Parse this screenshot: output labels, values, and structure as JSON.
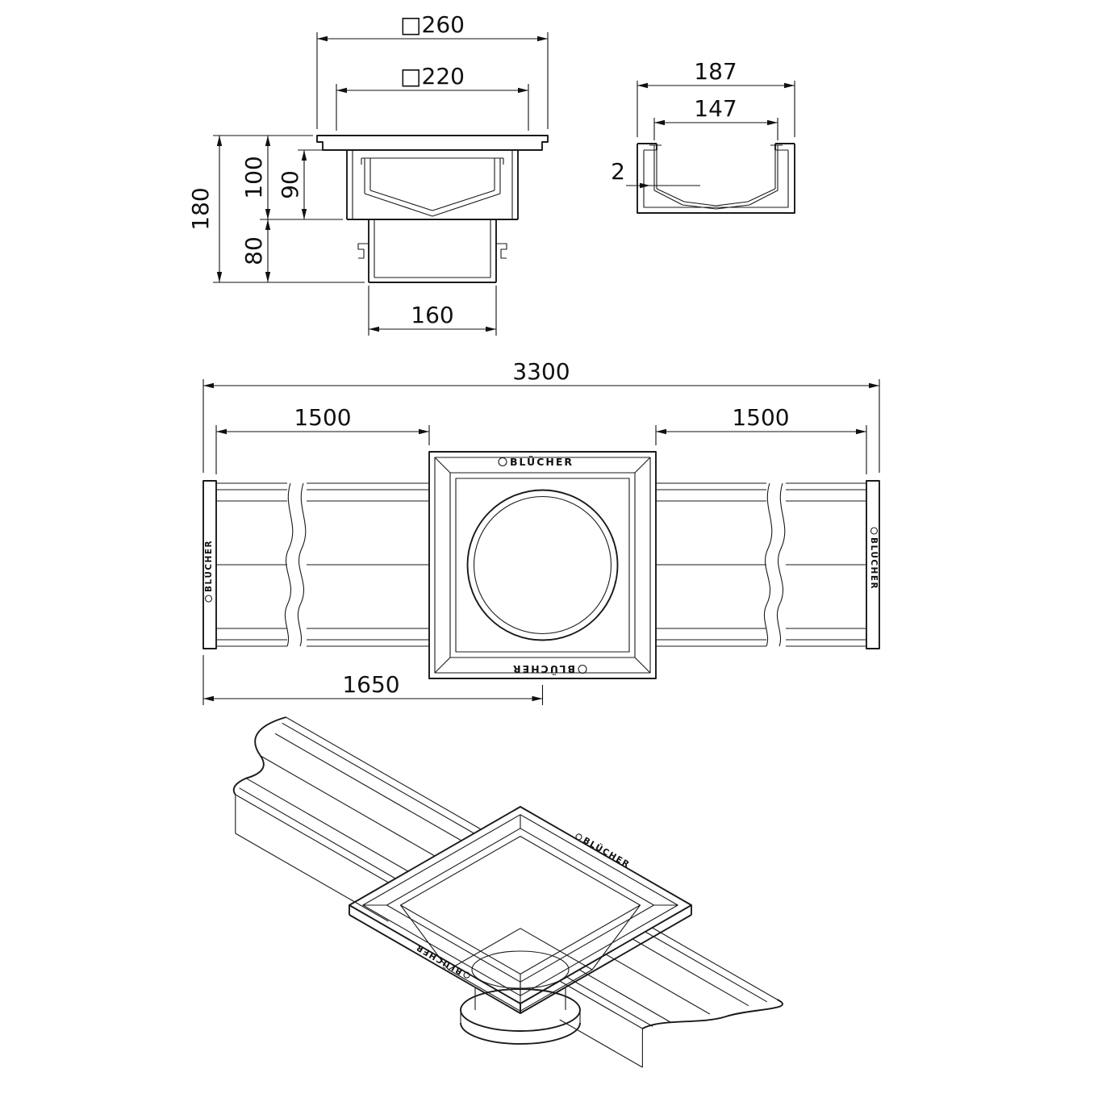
{
  "brand": {
    "name": "BLÜCHER"
  },
  "front_view": {
    "outer_square": "□260",
    "inner_square": "□220",
    "total_height": "180",
    "upper_height": "100",
    "insert_height": "90",
    "lower_height": "80",
    "outlet_width": "160"
  },
  "section_view": {
    "outer_width": "187",
    "inner_width": "147",
    "wall_thickness": "2"
  },
  "plan_view": {
    "total_length": "3300",
    "left_length": "1500",
    "right_length": "1500",
    "center_offset": "1650"
  }
}
